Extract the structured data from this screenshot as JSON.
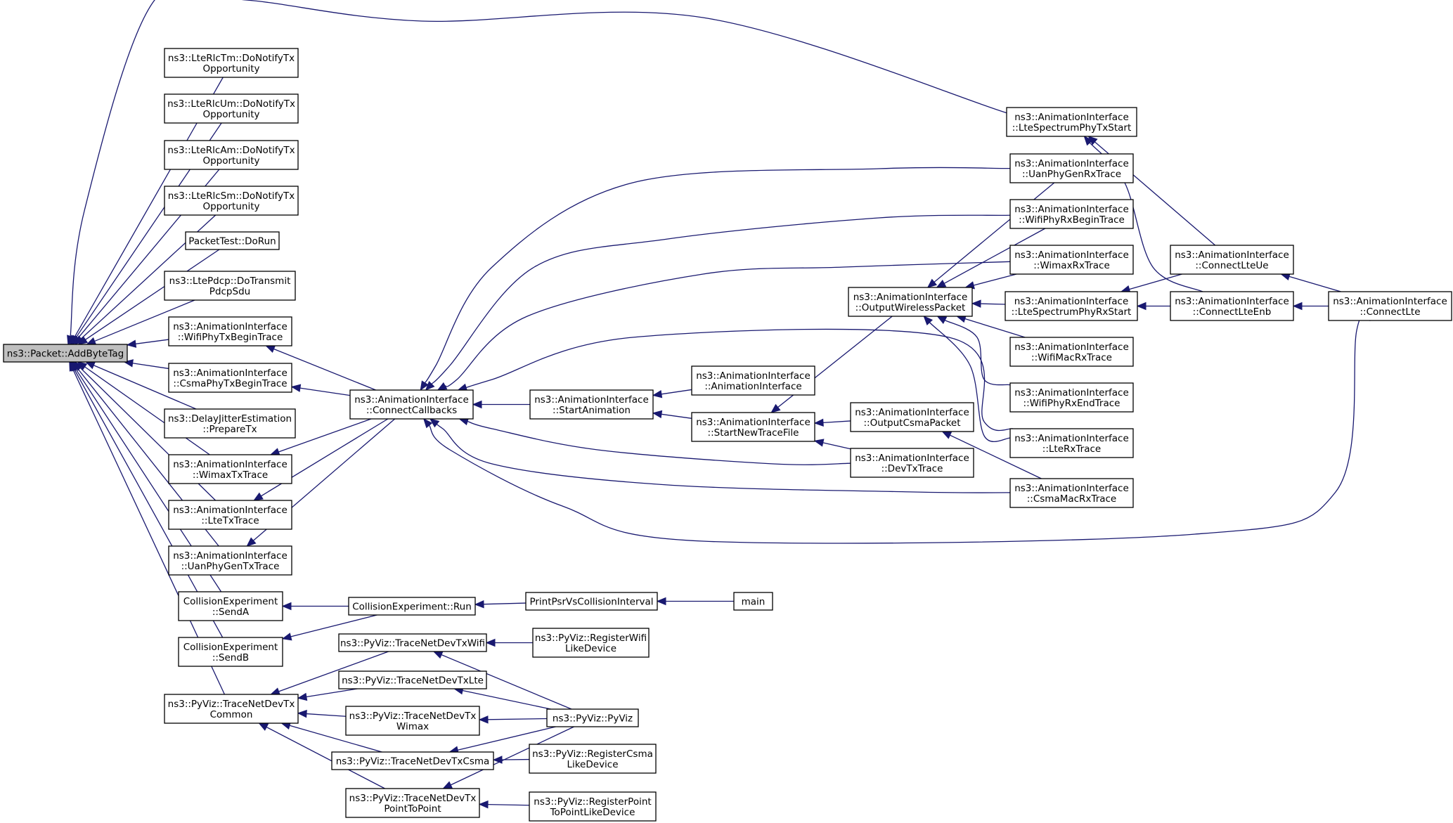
{
  "nodes": [
    {
      "id": "addbytetag",
      "lines": [
        "ns3::Packet::AddByteTag"
      ],
      "root": true
    },
    {
      "id": "rlctm",
      "lines": [
        "ns3::LteRlcTm::DoNotifyTx",
        "Opportunity"
      ]
    },
    {
      "id": "rlcum",
      "lines": [
        "ns3::LteRlcUm::DoNotifyTx",
        "Opportunity"
      ]
    },
    {
      "id": "rlcam",
      "lines": [
        "ns3::LteRlcAm::DoNotifyTx",
        "Opportunity"
      ]
    },
    {
      "id": "rlcsm",
      "lines": [
        "ns3::LteRlcSm::DoNotifyTx",
        "Opportunity"
      ]
    },
    {
      "id": "packettest",
      "lines": [
        "PacketTest::DoRun"
      ]
    },
    {
      "id": "ltepdcp",
      "lines": [
        "ns3::LtePdcp::DoTransmit",
        "PdcpSdu"
      ]
    },
    {
      "id": "wifiphytx",
      "lines": [
        "ns3::AnimationInterface",
        "::WifiPhyTxBeginTrace"
      ]
    },
    {
      "id": "csmaphytx",
      "lines": [
        "ns3::AnimationInterface",
        "::CsmaPhyTxBeginTrace"
      ]
    },
    {
      "id": "delayjitter",
      "lines": [
        "ns3::DelayJitterEstimation",
        "::PrepareTx"
      ]
    },
    {
      "id": "wimaxtx",
      "lines": [
        "ns3::AnimationInterface",
        "::WimaxTxTrace"
      ]
    },
    {
      "id": "ltetx",
      "lines": [
        "ns3::AnimationInterface",
        "::LteTxTrace"
      ]
    },
    {
      "id": "uanphygentx",
      "lines": [
        "ns3::AnimationInterface",
        "::UanPhyGenTxTrace"
      ]
    },
    {
      "id": "collA",
      "lines": [
        "CollisionExperiment",
        "::SendA"
      ]
    },
    {
      "id": "collB",
      "lines": [
        "CollisionExperiment",
        "::SendB"
      ]
    },
    {
      "id": "tracecommon",
      "lines": [
        "ns3::PyViz::TraceNetDevTx",
        "Common"
      ]
    },
    {
      "id": "connectcb",
      "lines": [
        "ns3::AnimationInterface",
        "::ConnectCallbacks"
      ]
    },
    {
      "id": "collrun",
      "lines": [
        "CollisionExperiment::Run"
      ]
    },
    {
      "id": "tracewifi",
      "lines": [
        "ns3::PyViz::TraceNetDevTxWifi"
      ]
    },
    {
      "id": "tracelte",
      "lines": [
        "ns3::PyViz::TraceNetDevTxLte"
      ]
    },
    {
      "id": "tracewimax",
      "lines": [
        "ns3::PyViz::TraceNetDevTx",
        "Wimax"
      ]
    },
    {
      "id": "tracecsma",
      "lines": [
        "ns3::PyViz::TraceNetDevTxCsma"
      ]
    },
    {
      "id": "tracep2p",
      "lines": [
        "ns3::PyViz::TraceNetDevTx",
        "PointToPoint"
      ]
    },
    {
      "id": "startanim",
      "lines": [
        "ns3::AnimationInterface",
        "::StartAnimation"
      ]
    },
    {
      "id": "printpsr",
      "lines": [
        "PrintPsrVsCollisionInterval"
      ]
    },
    {
      "id": "animiface",
      "lines": [
        "ns3::AnimationInterface",
        "::AnimationInterface"
      ]
    },
    {
      "id": "startnew",
      "lines": [
        "ns3::AnimationInterface",
        "::StartNewTraceFile"
      ]
    },
    {
      "id": "main",
      "lines": [
        "main"
      ]
    },
    {
      "id": "regwifi",
      "lines": [
        "ns3::PyViz::RegisterWifi",
        "LikeDevice"
      ]
    },
    {
      "id": "pyviz",
      "lines": [
        "ns3::PyViz::PyViz"
      ]
    },
    {
      "id": "regcsma",
      "lines": [
        "ns3::PyViz::RegisterCsma",
        "LikeDevice"
      ]
    },
    {
      "id": "regp2p",
      "lines": [
        "ns3::PyViz::RegisterPoint",
        "ToPointLikeDevice"
      ]
    },
    {
      "id": "outwireless",
      "lines": [
        "ns3::AnimationInterface",
        "::OutputWirelessPacket"
      ]
    },
    {
      "id": "outcsma",
      "lines": [
        "ns3::AnimationInterface",
        "::OutputCsmaPacket"
      ]
    },
    {
      "id": "devtx",
      "lines": [
        "ns3::AnimationInterface",
        "::DevTxTrace"
      ]
    },
    {
      "id": "ltespectx",
      "lines": [
        "ns3::AnimationInterface",
        "::LteSpectrumPhyTxStart"
      ]
    },
    {
      "id": "uanphyrx",
      "lines": [
        "ns3::AnimationInterface",
        "::UanPhyGenRxTrace"
      ]
    },
    {
      "id": "wifiphyrxbegin",
      "lines": [
        "ns3::AnimationInterface",
        "::WifiPhyRxBeginTrace"
      ]
    },
    {
      "id": "wimaxrx",
      "lines": [
        "ns3::AnimationInterface",
        "::WimaxRxTrace"
      ]
    },
    {
      "id": "ltespecrx",
      "lines": [
        "ns3::AnimationInterface",
        "::LteSpectrumPhyRxStart"
      ]
    },
    {
      "id": "wifimacrx",
      "lines": [
        "ns3::AnimationInterface",
        "::WifiMacRxTrace"
      ]
    },
    {
      "id": "wifiphyrxend",
      "lines": [
        "ns3::AnimationInterface",
        "::WifiPhyRxEndTrace"
      ]
    },
    {
      "id": "lterx",
      "lines": [
        "ns3::AnimationInterface",
        "::LteRxTrace"
      ]
    },
    {
      "id": "csmamacrx",
      "lines": [
        "ns3::AnimationInterface",
        "::CsmaMacRxTrace"
      ]
    },
    {
      "id": "connectlteue",
      "lines": [
        "ns3::AnimationInterface",
        "::ConnectLteUe"
      ]
    },
    {
      "id": "connectlteenb",
      "lines": [
        "ns3::AnimationInterface",
        "::ConnectLteEnb"
      ]
    },
    {
      "id": "connectlte",
      "lines": [
        "ns3::AnimationInterface",
        "::ConnectLte"
      ]
    }
  ],
  "edges": [
    [
      "rlctm",
      "addbytetag"
    ],
    [
      "rlcum",
      "addbytetag"
    ],
    [
      "rlcam",
      "addbytetag"
    ],
    [
      "rlcsm",
      "addbytetag"
    ],
    [
      "packettest",
      "addbytetag"
    ],
    [
      "ltepdcp",
      "addbytetag"
    ],
    [
      "wifiphytx",
      "addbytetag"
    ],
    [
      "csmaphytx",
      "addbytetag"
    ],
    [
      "delayjitter",
      "addbytetag"
    ],
    [
      "wimaxtx",
      "addbytetag"
    ],
    [
      "ltetx",
      "addbytetag"
    ],
    [
      "uanphygentx",
      "addbytetag"
    ],
    [
      "collA",
      "addbytetag"
    ],
    [
      "collB",
      "addbytetag"
    ],
    [
      "tracecommon",
      "addbytetag"
    ],
    [
      "ltespectx",
      "addbytetag"
    ],
    [
      "connectcb",
      "wifiphytx"
    ],
    [
      "connectcb",
      "csmaphytx"
    ],
    [
      "connectcb",
      "wimaxtx"
    ],
    [
      "connectcb",
      "ltetx"
    ],
    [
      "connectcb",
      "uanphygentx"
    ],
    [
      "startanim",
      "connectcb"
    ],
    [
      "uanphyrx",
      "connectcb"
    ],
    [
      "wifiphyrxbegin",
      "connectcb"
    ],
    [
      "wimaxrx",
      "connectcb"
    ],
    [
      "lterx",
      "connectcb"
    ],
    [
      "devtx",
      "connectcb"
    ],
    [
      "csmamacrx",
      "connectcb"
    ],
    [
      "connectlte",
      "connectcb"
    ],
    [
      "animiface",
      "startanim"
    ],
    [
      "startnew",
      "startanim"
    ],
    [
      "outcsma",
      "startnew"
    ],
    [
      "devtx",
      "startnew"
    ],
    [
      "outwireless",
      "startnew"
    ],
    [
      "uanphyrx",
      "outwireless"
    ],
    [
      "wifiphyrxbegin",
      "outwireless"
    ],
    [
      "wimaxrx",
      "outwireless"
    ],
    [
      "ltespecrx",
      "outwireless"
    ],
    [
      "wifimacrx",
      "outwireless"
    ],
    [
      "wifiphyrxend",
      "outwireless"
    ],
    [
      "lterx",
      "outwireless"
    ],
    [
      "csmamacrx",
      "outcsma"
    ],
    [
      "connectlteue",
      "ltespectx"
    ],
    [
      "connectlteenb",
      "ltespectx"
    ],
    [
      "connectlteue",
      "ltespecrx"
    ],
    [
      "connectlteenb",
      "ltespecrx"
    ],
    [
      "connectlte",
      "connectlteue"
    ],
    [
      "connectlte",
      "connectlteenb"
    ],
    [
      "collrun",
      "collA"
    ],
    [
      "collrun",
      "collB"
    ],
    [
      "printpsr",
      "collrun"
    ],
    [
      "main",
      "printpsr"
    ],
    [
      "tracewifi",
      "tracecommon"
    ],
    [
      "tracelte",
      "tracecommon"
    ],
    [
      "tracewimax",
      "tracecommon"
    ],
    [
      "tracecsma",
      "tracecommon"
    ],
    [
      "tracep2p",
      "tracecommon"
    ],
    [
      "regwifi",
      "tracewifi"
    ],
    [
      "pyviz",
      "tracewifi"
    ],
    [
      "pyviz",
      "tracelte"
    ],
    [
      "pyviz",
      "tracewimax"
    ],
    [
      "pyviz",
      "tracecsma"
    ],
    [
      "regcsma",
      "tracecsma"
    ],
    [
      "pyviz",
      "tracep2p"
    ],
    [
      "regp2p",
      "tracep2p"
    ]
  ]
}
